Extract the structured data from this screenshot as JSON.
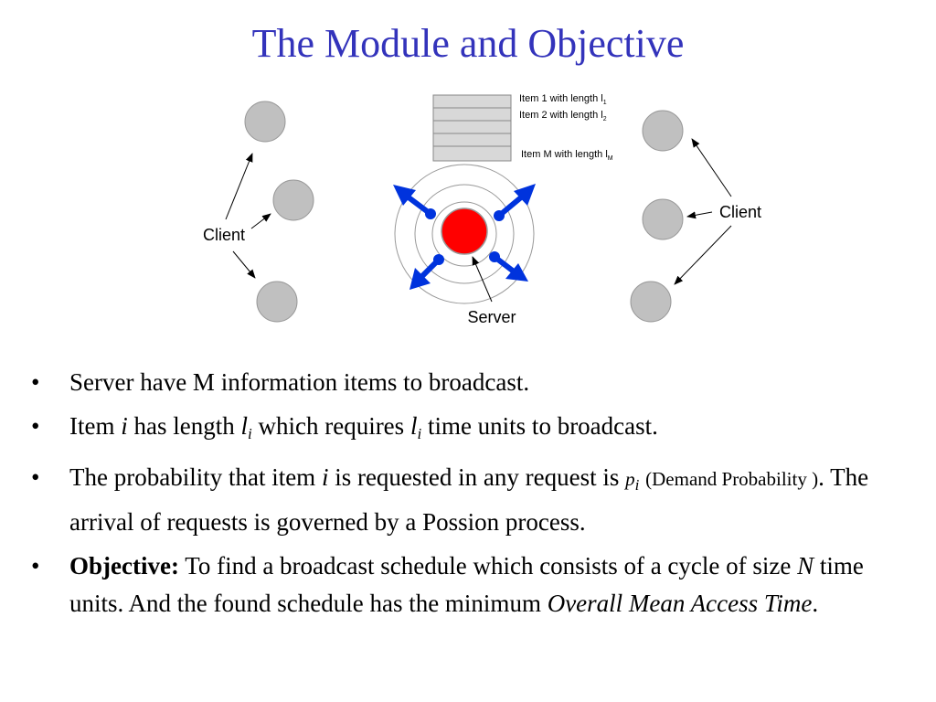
{
  "title": "The Module and Objective",
  "diagram": {
    "items": [
      {
        "label": "Item 1 with length l",
        "sub": "1"
      },
      {
        "label": "Item 2 with length l",
        "sub": "2"
      },
      {
        "label": "Item M with length l",
        "sub": "M"
      }
    ],
    "client_label_left": "Client",
    "client_label_right": "Client",
    "server_label": "Server",
    "colors": {
      "client": "#c0c0c0",
      "server": "#ff0000",
      "arrow": "#0033dd",
      "title": "#3333bb"
    }
  },
  "bullets": [
    {
      "text": "Server have M information items to broadcast."
    },
    {
      "pre": "Item ",
      "i": "i",
      "mid": " has length ",
      "l": "l",
      "lsub": "i",
      "mid2": " which requires ",
      "l2": "l",
      "l2sub": "i",
      "post": " time units to broadcast."
    },
    {
      "pre": "The probability that item ",
      "i": "i",
      "mid": " is requested in any request is ",
      "p": "p",
      "psub": "i",
      "small": "(Demand Probability )",
      "post": ". The arrival of requests is governed by a Possion process."
    },
    {
      "bold": "Objective:",
      "pre": " To find a broadcast schedule which consists of a cycle of size ",
      "n": "N",
      "mid": " time units. And the found schedule has the minimum ",
      "em": "Overall Mean Access Time",
      "post": "."
    }
  ],
  "bullet_symbol": "•"
}
